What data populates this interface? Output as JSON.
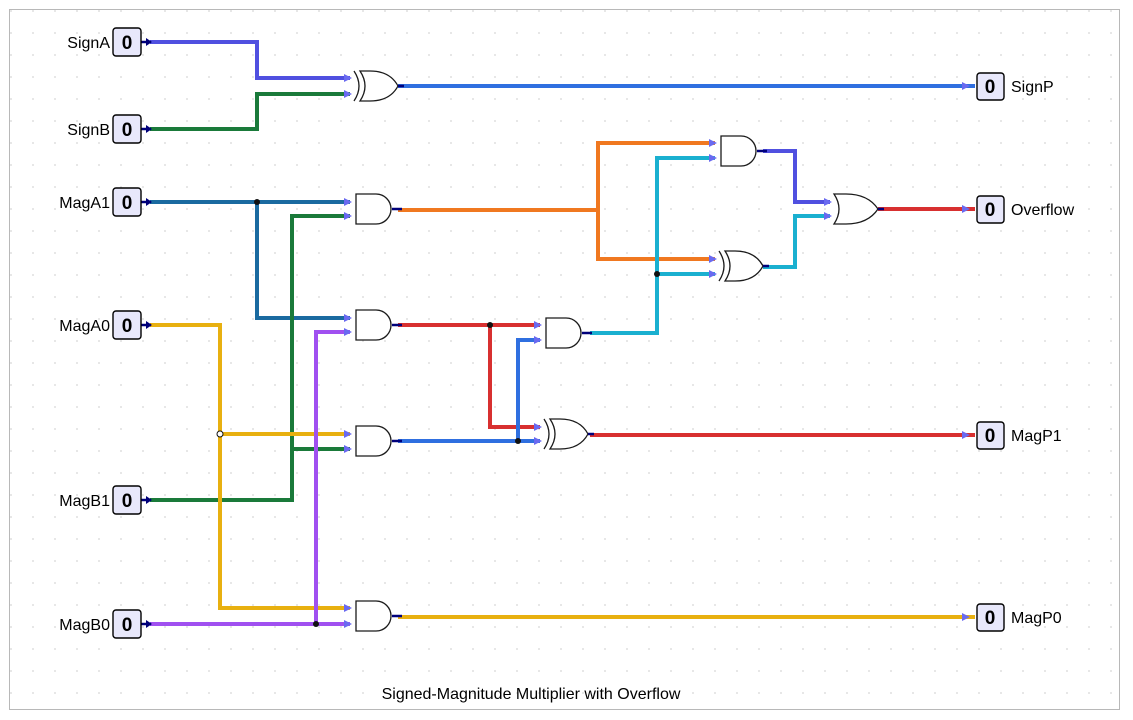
{
  "caption": "Signed-Magnitude  Multiplier with  Overflow",
  "colors": {
    "purple_blue": "#5050e0",
    "green": "#1a7a3a",
    "blue": "#2f6fe0",
    "steel_blue": "#1a6aa0",
    "orange": "#f07820",
    "cyan": "#1ab0d0",
    "red": "#d83030",
    "yellow": "#e8b010",
    "violet": "#a050f0"
  },
  "inputs": [
    {
      "name": "SignA",
      "value": "0"
    },
    {
      "name": "SignB",
      "value": "0"
    },
    {
      "name": "MagA1",
      "value": "0"
    },
    {
      "name": "MagA0",
      "value": "0"
    },
    {
      "name": "MagB1",
      "value": "0"
    },
    {
      "name": "MagB0",
      "value": "0"
    }
  ],
  "outputs": [
    {
      "name": "SignP",
      "value": "0"
    },
    {
      "name": "Overflow",
      "value": "0"
    },
    {
      "name": "MagP1",
      "value": "0"
    },
    {
      "name": "MagP0",
      "value": "0"
    }
  ],
  "gates": [
    {
      "id": "xor-sign",
      "type": "XOR"
    },
    {
      "id": "and-a1b1",
      "type": "AND"
    },
    {
      "id": "and-a1b0",
      "type": "AND"
    },
    {
      "id": "and-a0b1",
      "type": "AND"
    },
    {
      "id": "and-a0b0",
      "type": "AND"
    },
    {
      "id": "and-carry",
      "type": "AND"
    },
    {
      "id": "xor-p1",
      "type": "XOR"
    },
    {
      "id": "and-ovf",
      "type": "AND"
    },
    {
      "id": "xor-ovf",
      "type": "XOR"
    },
    {
      "id": "or-ovf",
      "type": "OR"
    }
  ]
}
